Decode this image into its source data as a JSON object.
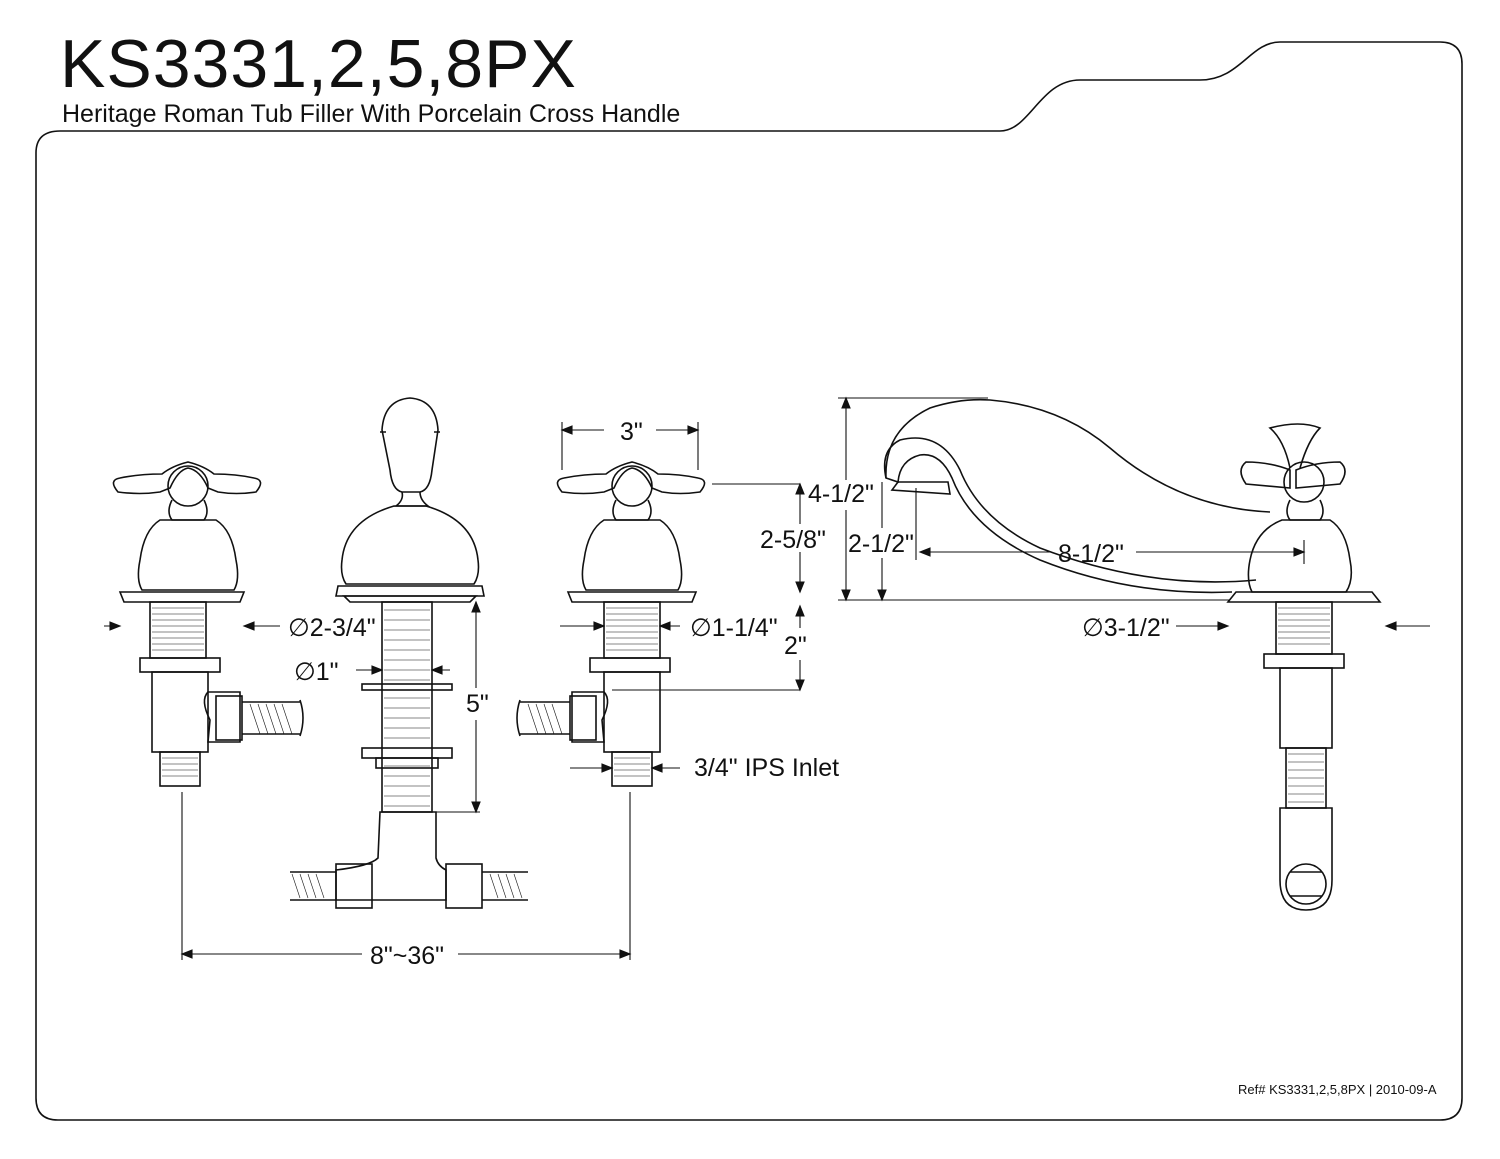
{
  "header": {
    "title": "KS3331,2,5,8PX",
    "subtitle": "Heritage Roman Tub Filler With Porcelain Cross Handle"
  },
  "dimensions": {
    "handle_width": "3\"",
    "spout_height": "4-1/2\"",
    "handle_height": "2-5/8\"",
    "spout_clearance": "2-1/2\"",
    "spout_reach": "8-1/2\"",
    "base_dia_left": "∅2-3/4\"",
    "shank_dia": "∅1\"",
    "valve_base_dia": "∅1-1/4\"",
    "shank_length_2": "2\"",
    "shank_length_5": "5\"",
    "inlet": "3/4\" IPS Inlet",
    "spread": "8\"~36\"",
    "spout_base_dia": "∅3-1/2\""
  },
  "footer": {
    "ref": "Ref# KS3331,2,5,8PX | 2010-09-A"
  }
}
